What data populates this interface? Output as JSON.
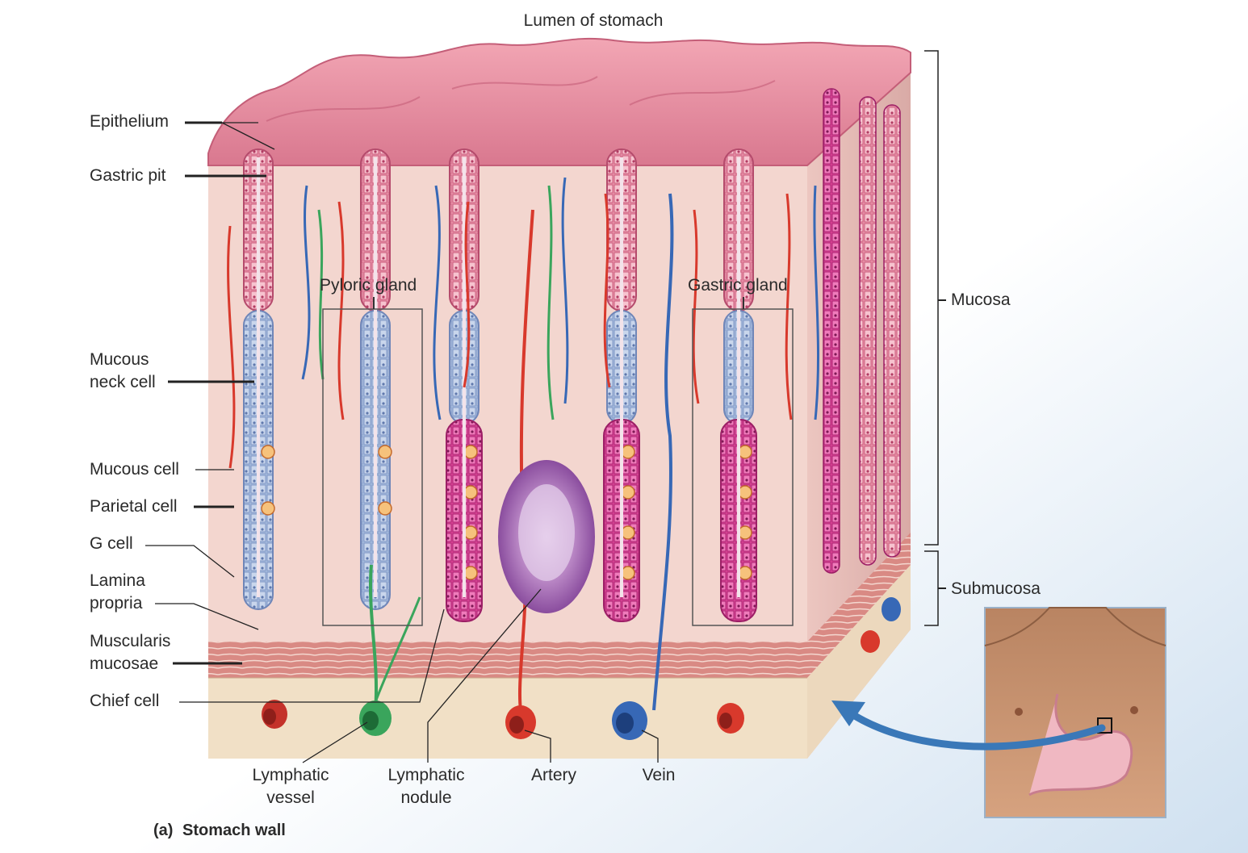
{
  "title": "Lumen of stomach",
  "labels_left": {
    "epithelium": "Epithelium",
    "gastric_pit": "Gastric pit",
    "mucous_neck_cell_1": "Mucous",
    "mucous_neck_cell_2": "neck cell",
    "mucous_cell": "Mucous cell",
    "parietal_cell": "Parietal cell",
    "g_cell": "G cell",
    "lamina_propria_1": "Lamina",
    "lamina_propria_2": "propria",
    "muscularis_mucosae_1": "Muscularis",
    "muscularis_mucosae_2": "mucosae",
    "chief_cell": "Chief cell"
  },
  "labels_inner": {
    "pyloric_gland": "Pyloric gland",
    "gastric_gland": "Gastric gland"
  },
  "labels_right": {
    "mucosa": "Mucosa",
    "submucosa": "Submucosa"
  },
  "labels_bottom": {
    "lymphatic_vessel_1": "Lymphatic",
    "lymphatic_vessel_2": "vessel",
    "lymphatic_nodule_1": "Lymphatic",
    "lymphatic_nodule_2": "nodule",
    "artery": "Artery",
    "vein": "Vein"
  },
  "caption": {
    "letter": "(a)",
    "text": "Stomach wall"
  },
  "colors": {
    "epithelium_pink": "#e8879d",
    "mucous_neck_blue": "#9fb6da",
    "gland_magenta": "#e0489a",
    "lamina": "#f3d6cf",
    "muscle": "#d98a84",
    "submucosa": "#f1e0c6",
    "artery": "#d8392c",
    "vein": "#3768b6",
    "lymph": "#3aa55c",
    "nodule": "#a46ab4",
    "skin": "#c99370",
    "arrow_blue": "#3a78b8"
  }
}
